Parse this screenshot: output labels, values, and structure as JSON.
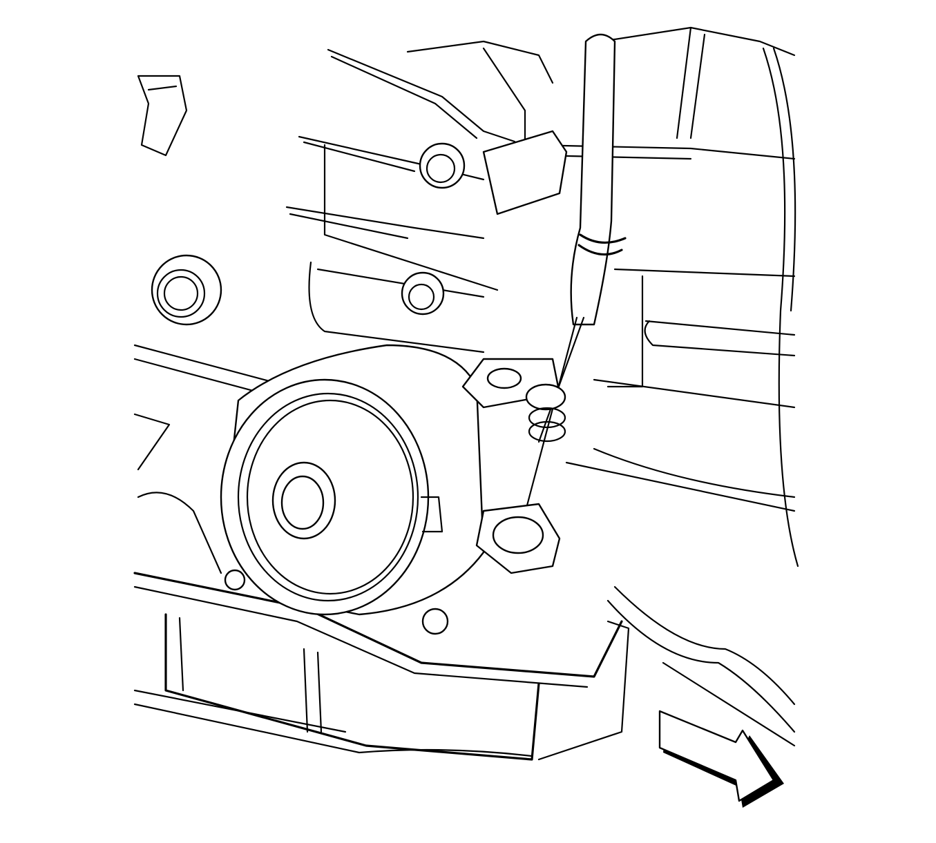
{
  "diagram": {
    "style": "monochrome line illustration",
    "colors": {
      "line": "#000000",
      "background": "#ffffff"
    },
    "parts": [
      "oil-filter",
      "oil-level-indicator-tube",
      "flange-nut",
      "oil-pan",
      "direction-arrow"
    ]
  }
}
